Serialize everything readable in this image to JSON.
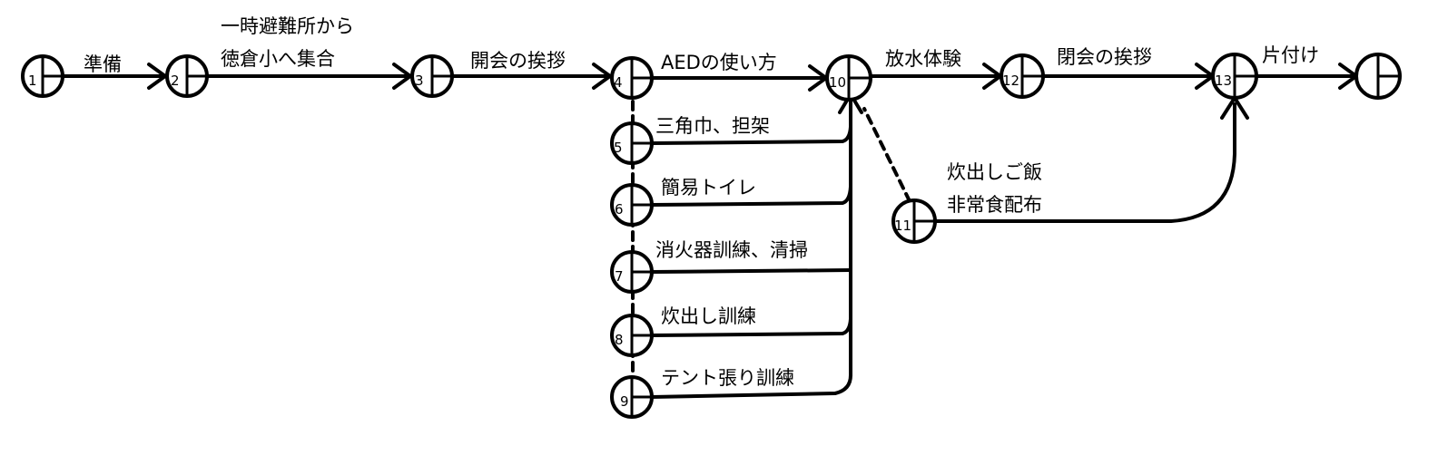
{
  "nodes": [
    {
      "id": "n1",
      "label": "1"
    },
    {
      "id": "n2",
      "label": "2"
    },
    {
      "id": "n3",
      "label": "3"
    },
    {
      "id": "n4",
      "label": "4"
    },
    {
      "id": "n5",
      "label": "5"
    },
    {
      "id": "n6",
      "label": "6"
    },
    {
      "id": "n7",
      "label": "7"
    },
    {
      "id": "n8",
      "label": "8"
    },
    {
      "id": "n9",
      "label": "9"
    },
    {
      "id": "n10",
      "label": "10"
    },
    {
      "id": "n11",
      "label": "11"
    },
    {
      "id": "n12",
      "label": "12"
    },
    {
      "id": "n13",
      "label": "13"
    },
    {
      "id": "n_end",
      "label": ""
    }
  ],
  "activities": [
    {
      "from": "1",
      "to": "2",
      "lines": [
        "準備"
      ]
    },
    {
      "from": "2",
      "to": "3",
      "lines": [
        "一時避難所から",
        "徳倉小へ集合"
      ]
    },
    {
      "from": "3",
      "to": "4",
      "lines": [
        "開会の挨拶"
      ]
    },
    {
      "from": "4",
      "to": "10",
      "lines": [
        "AEDの使い方"
      ]
    },
    {
      "from": "5",
      "to": "10",
      "lines": [
        "三角巾、担架"
      ]
    },
    {
      "from": "6",
      "to": "10",
      "lines": [
        "簡易トイレ"
      ]
    },
    {
      "from": "7",
      "to": "10",
      "lines": [
        "消火器訓練、清掃"
      ]
    },
    {
      "from": "8",
      "to": "10",
      "lines": [
        "炊出し訓練"
      ]
    },
    {
      "from": "9",
      "to": "10",
      "lines": [
        "テント張り訓練"
      ]
    },
    {
      "from": "10",
      "to": "12",
      "lines": [
        "放水体験"
      ]
    },
    {
      "from": "11",
      "to": "13",
      "lines": [
        "炊出しご飯",
        "非常食配布"
      ]
    },
    {
      "from": "12",
      "to": "13",
      "lines": [
        "閉会の挨拶"
      ]
    },
    {
      "from": "13",
      "to": "end",
      "lines": [
        "片付け"
      ]
    }
  ],
  "dummy_activities": [
    {
      "from": "11",
      "to": "10",
      "style": "dashed"
    }
  ]
}
